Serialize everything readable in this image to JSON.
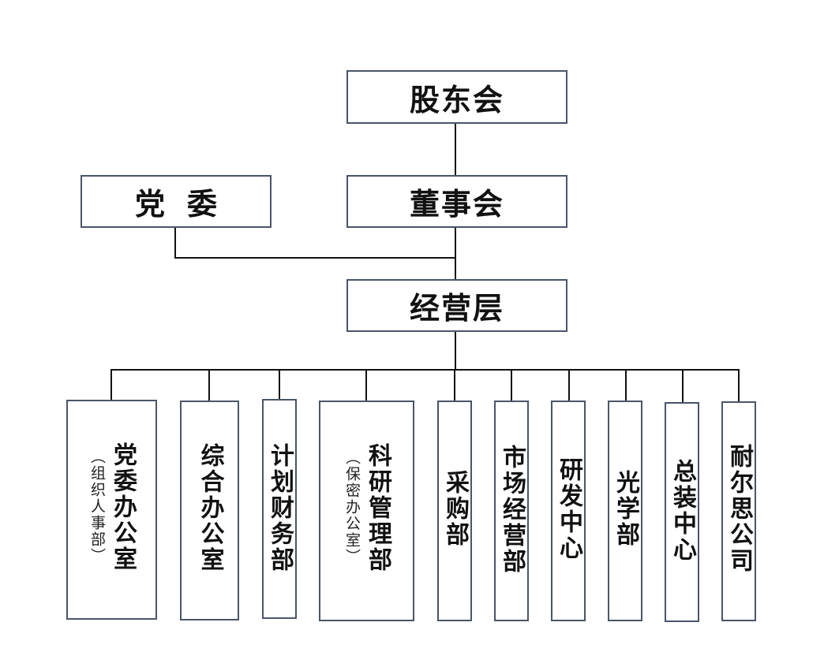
{
  "top": {
    "shareholders": "股东会",
    "board": "董事会",
    "party_committee_a": "党",
    "party_committee_b": "委",
    "management": "经营层"
  },
  "departments": [
    {
      "name": "党委办公室",
      "note": "（组织人事部）"
    },
    {
      "name": "综合办公室",
      "note": ""
    },
    {
      "name": "计划财务部",
      "note": ""
    },
    {
      "name": "科研管理部",
      "note": "（保密办公室）"
    },
    {
      "name": "采购部",
      "note": ""
    },
    {
      "name": "市场经营部",
      "note": ""
    },
    {
      "name": "研发中心",
      "note": ""
    },
    {
      "name": "光学部",
      "note": ""
    },
    {
      "name": "总装中心",
      "note": ""
    },
    {
      "name": "耐尔思公司",
      "note": ""
    }
  ],
  "colors": {
    "border": "#4a5568",
    "line": "#111111",
    "text": "#111111"
  }
}
